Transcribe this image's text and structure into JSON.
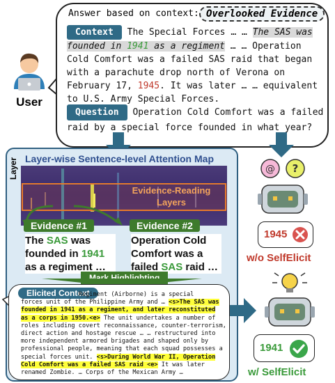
{
  "user": {
    "label": "User"
  },
  "prompt": {
    "intro": "Answer based on context:",
    "badge": "Overlooked Evidence",
    "context_tag": "Context",
    "context_lines": [
      {
        "a": "The Special Forces … … ",
        "b": "The SAS was"
      },
      {
        "a": "founded in ",
        "g": "1941",
        "c": " as a regiment",
        "d": " … … Operation"
      },
      {
        "a": "Cold Comfort was a failed SAS raid that began"
      },
      {
        "a": "with a parachute drop north of Verona on"
      },
      {
        "a": "February 17, ",
        "r": "1945",
        "c": ". It was later … … equivalent"
      },
      {
        "a": "to U.S. Army Special Forces."
      }
    ],
    "question_tag": "Question",
    "question_lines": [
      "Operation Cold Comfort was a failed",
      "raid by a special force founded in what year?"
    ]
  },
  "attention_map": {
    "title": "Layer-wise Sentence-level Attention Map",
    "y_label": "Layer",
    "evidence_layers_label": [
      "Evidence-Reading",
      "Layers"
    ]
  },
  "evidence": [
    {
      "tag": "Evidence #1",
      "lines": [
        {
          "pre": "The ",
          "hl": "SAS",
          "post": " was"
        },
        {
          "pre": "founded in ",
          "hl": "1941",
          "post": ""
        },
        {
          "pre": "as a regiment …",
          "hl": "",
          "post": ""
        }
      ]
    },
    {
      "tag": "Evidence #2",
      "lines": [
        {
          "pre": "Operation Cold",
          "hl": "",
          "post": ""
        },
        {
          "pre": "Comfort was a",
          "hl": "",
          "post": ""
        },
        {
          "pre": "failed ",
          "hl": "SAS",
          "post": " raid …"
        }
      ]
    }
  ],
  "mark_highlighting": "Mark Highlighting",
  "elicited": {
    "tag": "Elicited Context",
    "lines": [
      [
        {
          "t": "                Regiment (Airborne) is a special"
        }
      ],
      [
        {
          "t": "forces unit of the Philippine Army and … "
        },
        {
          "t": "<s>The SAS was",
          "h": 1
        }
      ],
      [
        {
          "t": "founded in 1941 as a regiment, and later reconstituted",
          "h": 1
        }
      ],
      [
        {
          "t": "as a corps in 1950.<e>",
          "h": 1
        },
        {
          "t": " The unit undertakes a number of"
        }
      ],
      [
        {
          "t": "roles including covert reconnaissance, counter-terrorism,"
        }
      ],
      [
        {
          "t": "direct action and hostage rescue … … restructured into"
        }
      ],
      [
        {
          "t": "more independent armored brigades and shaped only by"
        }
      ],
      [
        {
          "t": "professional people, meaning that each squad possesses a"
        }
      ],
      [
        {
          "t": "special forces unit. "
        },
        {
          "t": "<s>During World War II, Operation",
          "h": 1
        }
      ],
      [
        {
          "t": "Cold Comfort was a failed SAS raid <e>",
          "h": 1
        },
        {
          "t": " It was later"
        }
      ],
      [
        {
          "t": "renamed Zombie. … Corps of the Mexican Army …"
        }
      ]
    ]
  },
  "baseline": {
    "answer": "1945",
    "label": "w/o SelfElicit",
    "status": "wrong"
  },
  "selfelicit": {
    "answer": "1941",
    "label": "w/ SelfElicit",
    "status": "correct"
  },
  "colors": {
    "accent_blue": "#2f6a86",
    "green": "#3a9a3a",
    "red": "#c0392b",
    "highlight": "#ffff3a",
    "panel": "#dceaf4"
  }
}
